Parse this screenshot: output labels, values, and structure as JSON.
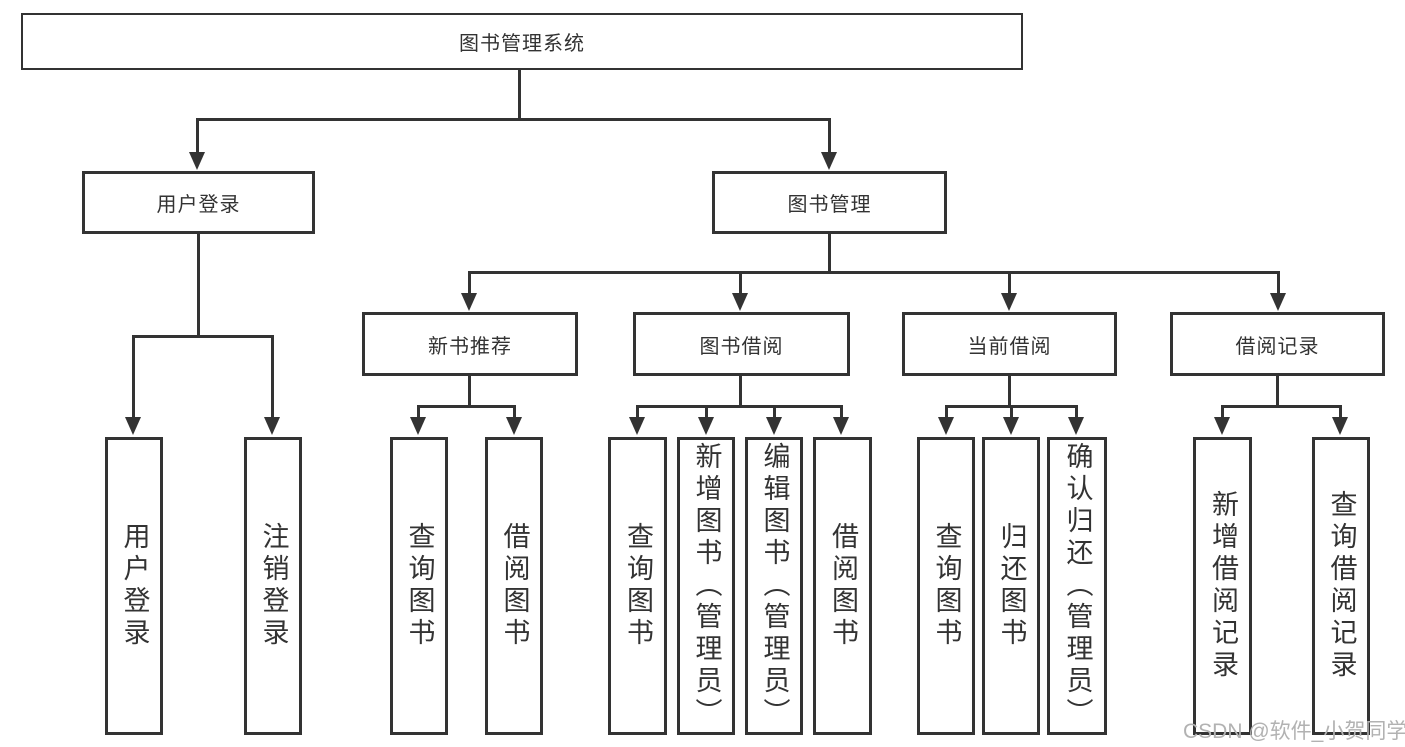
{
  "diagram": {
    "title": "图书管理系统",
    "tree": {
      "root": "图书管理系统",
      "level2": [
        {
          "label": "用户登录",
          "children": [
            "用户登录",
            "注销登录"
          ]
        },
        {
          "label": "图书管理",
          "children": [
            {
              "label": "新书推荐",
              "children": [
                "查询图书",
                "借阅图书"
              ]
            },
            {
              "label": "图书借阅",
              "children": [
                "查询图书",
                "新增图书（管理员）",
                "编辑图书（管理员）",
                "借阅图书"
              ]
            },
            {
              "label": "当前借阅",
              "children": [
                "查询图书",
                "归还图书",
                "确认归还（管理员）"
              ]
            },
            {
              "label": "借阅记录",
              "children": [
                "新增借阅记录",
                "查询借阅记录"
              ]
            }
          ]
        }
      ]
    },
    "colors": {
      "line": "#333333",
      "text": "#333333",
      "box_fill": "#ffffff",
      "background": "#ffffff",
      "watermark": "#b2b2b2"
    }
  },
  "watermark": {
    "text": "CSDN @软件_小贺同学"
  }
}
